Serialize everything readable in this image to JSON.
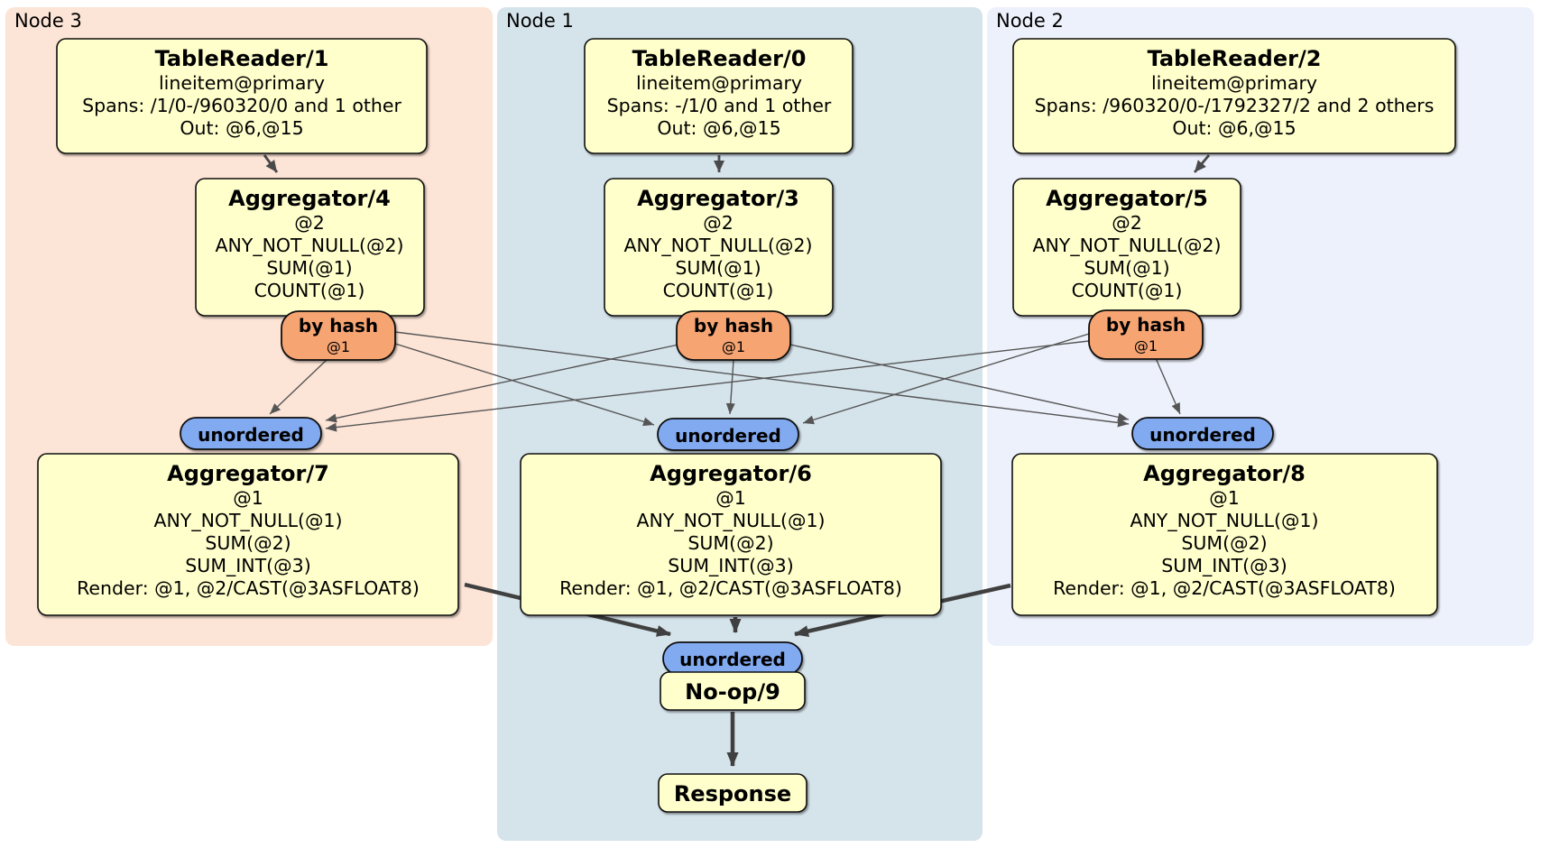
{
  "groups": {
    "node3": {
      "label": "Node 3"
    },
    "node1": {
      "label": "Node 1"
    },
    "node2": {
      "label": "Node 2"
    }
  },
  "processors": {
    "tablereader1": {
      "title": "TableReader/1",
      "lines": [
        "lineitem@primary",
        "Spans: /1/0-/960320/0 and 1 other",
        "Out: @6,@15"
      ]
    },
    "tablereader0": {
      "title": "TableReader/0",
      "lines": [
        "lineitem@primary",
        "Spans: -/1/0 and 1 other",
        "Out: @6,@15"
      ]
    },
    "tablereader2": {
      "title": "TableReader/2",
      "lines": [
        "lineitem@primary",
        "Spans: /960320/0-/1792327/2 and 2 others",
        "Out: @6,@15"
      ]
    },
    "aggregator4": {
      "title": "Aggregator/4",
      "lines": [
        "@2",
        "ANY_NOT_NULL(@2)",
        "SUM(@1)",
        "COUNT(@1)"
      ]
    },
    "aggregator3": {
      "title": "Aggregator/3",
      "lines": [
        "@2",
        "ANY_NOT_NULL(@2)",
        "SUM(@1)",
        "COUNT(@1)"
      ]
    },
    "aggregator5": {
      "title": "Aggregator/5",
      "lines": [
        "@2",
        "ANY_NOT_NULL(@2)",
        "SUM(@1)",
        "COUNT(@1)"
      ]
    },
    "aggregator7": {
      "title": "Aggregator/7",
      "lines": [
        "@1",
        "ANY_NOT_NULL(@1)",
        "SUM(@2)",
        "SUM_INT(@3)",
        "Render: @1, @2/CAST(@3ASFLOAT8)"
      ]
    },
    "aggregator6": {
      "title": "Aggregator/6",
      "lines": [
        "@1",
        "ANY_NOT_NULL(@1)",
        "SUM(@2)",
        "SUM_INT(@3)",
        "Render: @1, @2/CAST(@3ASFLOAT8)"
      ]
    },
    "aggregator8": {
      "title": "Aggregator/8",
      "lines": [
        "@1",
        "ANY_NOT_NULL(@1)",
        "SUM(@2)",
        "SUM_INT(@3)",
        "Render: @1, @2/CAST(@3ASFLOAT8)"
      ]
    },
    "noop9": {
      "title": "No-op/9"
    },
    "response": {
      "title": "Response"
    }
  },
  "router": {
    "label": "by hash",
    "detail": "@1"
  },
  "sync": {
    "label": "unordered"
  },
  "colors": {
    "node3_bg": "#fce4d6",
    "node1_bg": "#d5e3eb",
    "node2_bg": "#edf1fb",
    "box_fill": "#ffffcc",
    "router_fill": "#f6a472",
    "sync_fill": "#82aaf0"
  }
}
